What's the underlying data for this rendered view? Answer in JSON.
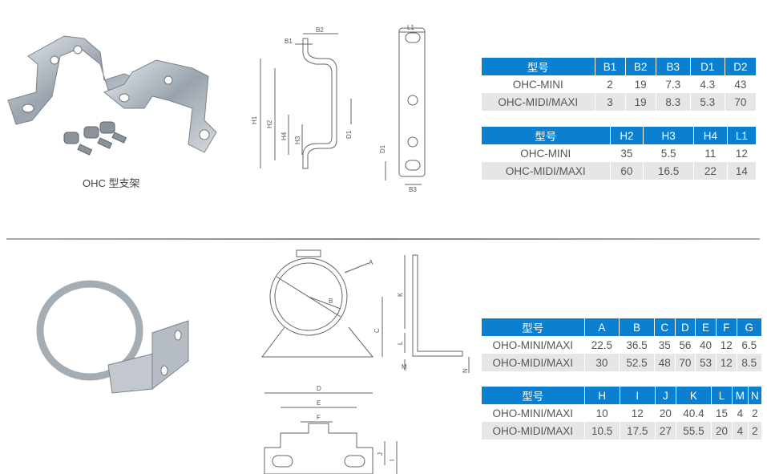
{
  "ohc": {
    "caption": "OHC 型支架",
    "drawing_labels": {
      "B1": "B1",
      "B2": "B2",
      "H1": "H1",
      "H2": "H2",
      "H3": "H3",
      "H4": "H4",
      "D1": "D1",
      "L1": "L1",
      "D1b": "D1",
      "B3": "B3"
    },
    "table1": {
      "headers": [
        "型号",
        "B1",
        "B2",
        "B3",
        "D1",
        "D2"
      ],
      "rows": [
        [
          "OHC-MINI",
          "2",
          "19",
          "7.3",
          "4.3",
          "43"
        ],
        [
          "OHC-MIDI/MAXI",
          "3",
          "19",
          "8.3",
          "5.3",
          "70"
        ]
      ]
    },
    "table2": {
      "headers": [
        "型号",
        "H2",
        "H3",
        "H4",
        "L1"
      ],
      "rows": [
        [
          "OHC-MINI",
          "35",
          "5.5",
          "11",
          "12"
        ],
        [
          "OHC-MIDI/MAXI",
          "60",
          "16.5",
          "22",
          "14"
        ]
      ]
    }
  },
  "oho": {
    "drawing_labels": {
      "A": "A",
      "B": "B",
      "C": "C",
      "K": "K",
      "L": "L",
      "M": "M",
      "N": "N",
      "D": "D",
      "E": "E",
      "F": "F",
      "J": "J",
      "I": "I"
    },
    "table1": {
      "headers": [
        "型号",
        "A",
        "B",
        "C",
        "D",
        "E",
        "F",
        "G"
      ],
      "rows": [
        [
          "OHO-MINI/MAXI",
          "22.5",
          "36.5",
          "35",
          "56",
          "40",
          "12",
          "6.5"
        ],
        [
          "OHO-MIDI/MAXI",
          "30",
          "52.5",
          "48",
          "70",
          "53",
          "12",
          "8.5"
        ]
      ]
    },
    "table2": {
      "headers": [
        "型号",
        "H",
        "I",
        "J",
        "K",
        "L",
        "M",
        "N"
      ],
      "rows": [
        [
          "OHO-MINI/MAXI",
          "10",
          "12",
          "20",
          "40.4",
          "15",
          "4",
          "2"
        ],
        [
          "OHO-MIDI/MAXI",
          "10.5",
          "17.5",
          "27",
          "55.5",
          "20",
          "4",
          "2"
        ]
      ]
    }
  },
  "colors": {
    "header_blue": "#0b7fd0",
    "row_alt": "#e6e6e6"
  }
}
